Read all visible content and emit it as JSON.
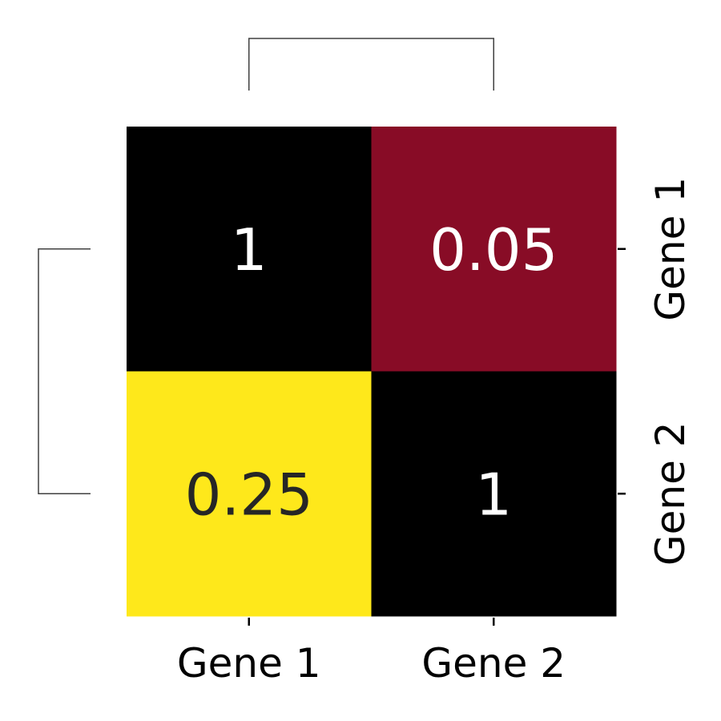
{
  "chart_data": {
    "type": "heatmap",
    "rows": [
      "Gene 1",
      "Gene 2"
    ],
    "columns": [
      "Gene 1",
      "Gene 2"
    ],
    "values": [
      [
        1,
        0.05
      ],
      [
        0.25,
        1
      ]
    ],
    "value_labels": [
      [
        "1",
        "0.05"
      ],
      [
        "0.25",
        "1"
      ]
    ],
    "cell_colors": [
      [
        "#000000",
        "#880c26"
      ],
      [
        "#fee81b",
        "#000000"
      ]
    ],
    "text_colors": [
      [
        "#ffffff",
        "#ffffff"
      ],
      [
        "#262626",
        "#ffffff"
      ]
    ],
    "row_dendrogram": true,
    "column_dendrogram": true,
    "legend": "none"
  }
}
